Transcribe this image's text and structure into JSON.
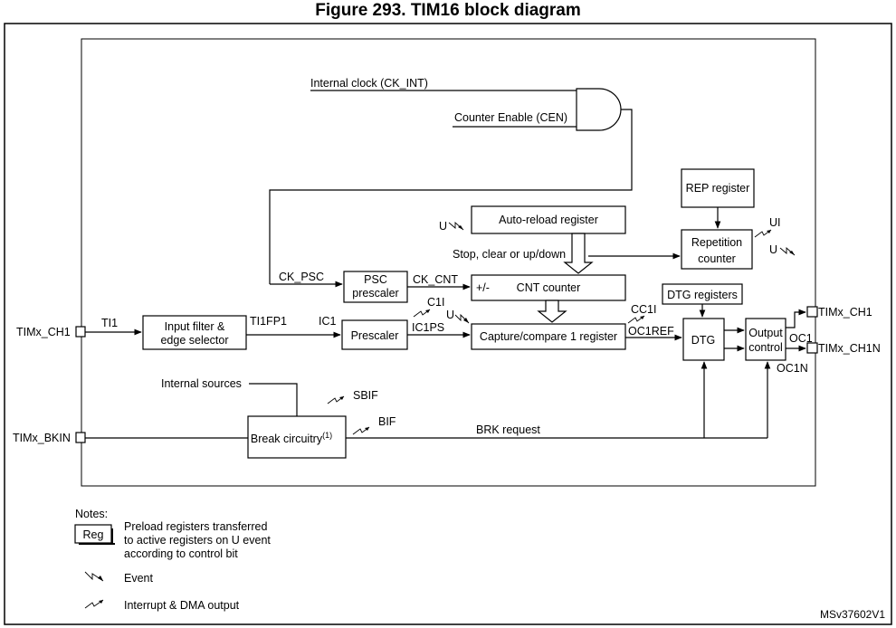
{
  "figure_title": "Figure 293. TIM16 block diagram",
  "blocks": {
    "auto_reload": "Auto-reload register",
    "cnt_counter": "CNT counter",
    "psc_line1": "PSC",
    "psc_line2": "prescaler",
    "rep_register": "REP register",
    "repetition_line1": "Repetition",
    "repetition_line2": "counter",
    "dtg_registers": "DTG registers",
    "input_filter_line1": "Input filter &",
    "input_filter_line2": "edge selector",
    "prescaler": "Prescaler",
    "capture_compare": "Capture/compare 1 register",
    "dtg": "DTG",
    "output_control_line1": "Output",
    "output_control_line2": "control",
    "break_circuitry": "Break circuitry",
    "break_footnote": "(1)"
  },
  "signals": {
    "internal_clock": "Internal clock (CK_INT)",
    "counter_enable": "Counter Enable (CEN)",
    "u_event_arr": "U",
    "stop_clear": "Stop, clear or up/down",
    "ck_psc": "CK_PSC",
    "ck_cnt": "CK_CNT",
    "plus_minus": "+/-",
    "ui": "UI",
    "u_event_rep": "U",
    "ti1": "TI1",
    "ti1fp1": "TI1FP1",
    "ic1": "IC1",
    "c1i": "C1I",
    "u_event_cc": "U",
    "ic1ps": "IC1PS",
    "cc1i": "CC1I",
    "oc1ref": "OC1REF",
    "oc1": "OC1",
    "oc1n": "OC1N",
    "internal_sources": "Internal sources",
    "sbif": "SBIF",
    "bif": "BIF",
    "brk_request": "BRK request"
  },
  "pins": {
    "timx_ch1_in": "TIMx_CH1",
    "timx_bkin": "TIMx_BKIN",
    "timx_ch1_out": "TIMx_CH1",
    "timx_ch1n_out": "TIMx_CH1N"
  },
  "notes": {
    "heading": "Notes:",
    "reg_box": "Reg",
    "reg_line1": "Preload registers transferred",
    "reg_line2": "to active registers on U event",
    "reg_line3": "according to control bit",
    "event": "Event",
    "interrupt": "Interrupt & DMA output"
  },
  "reference": "MSv37602V1"
}
